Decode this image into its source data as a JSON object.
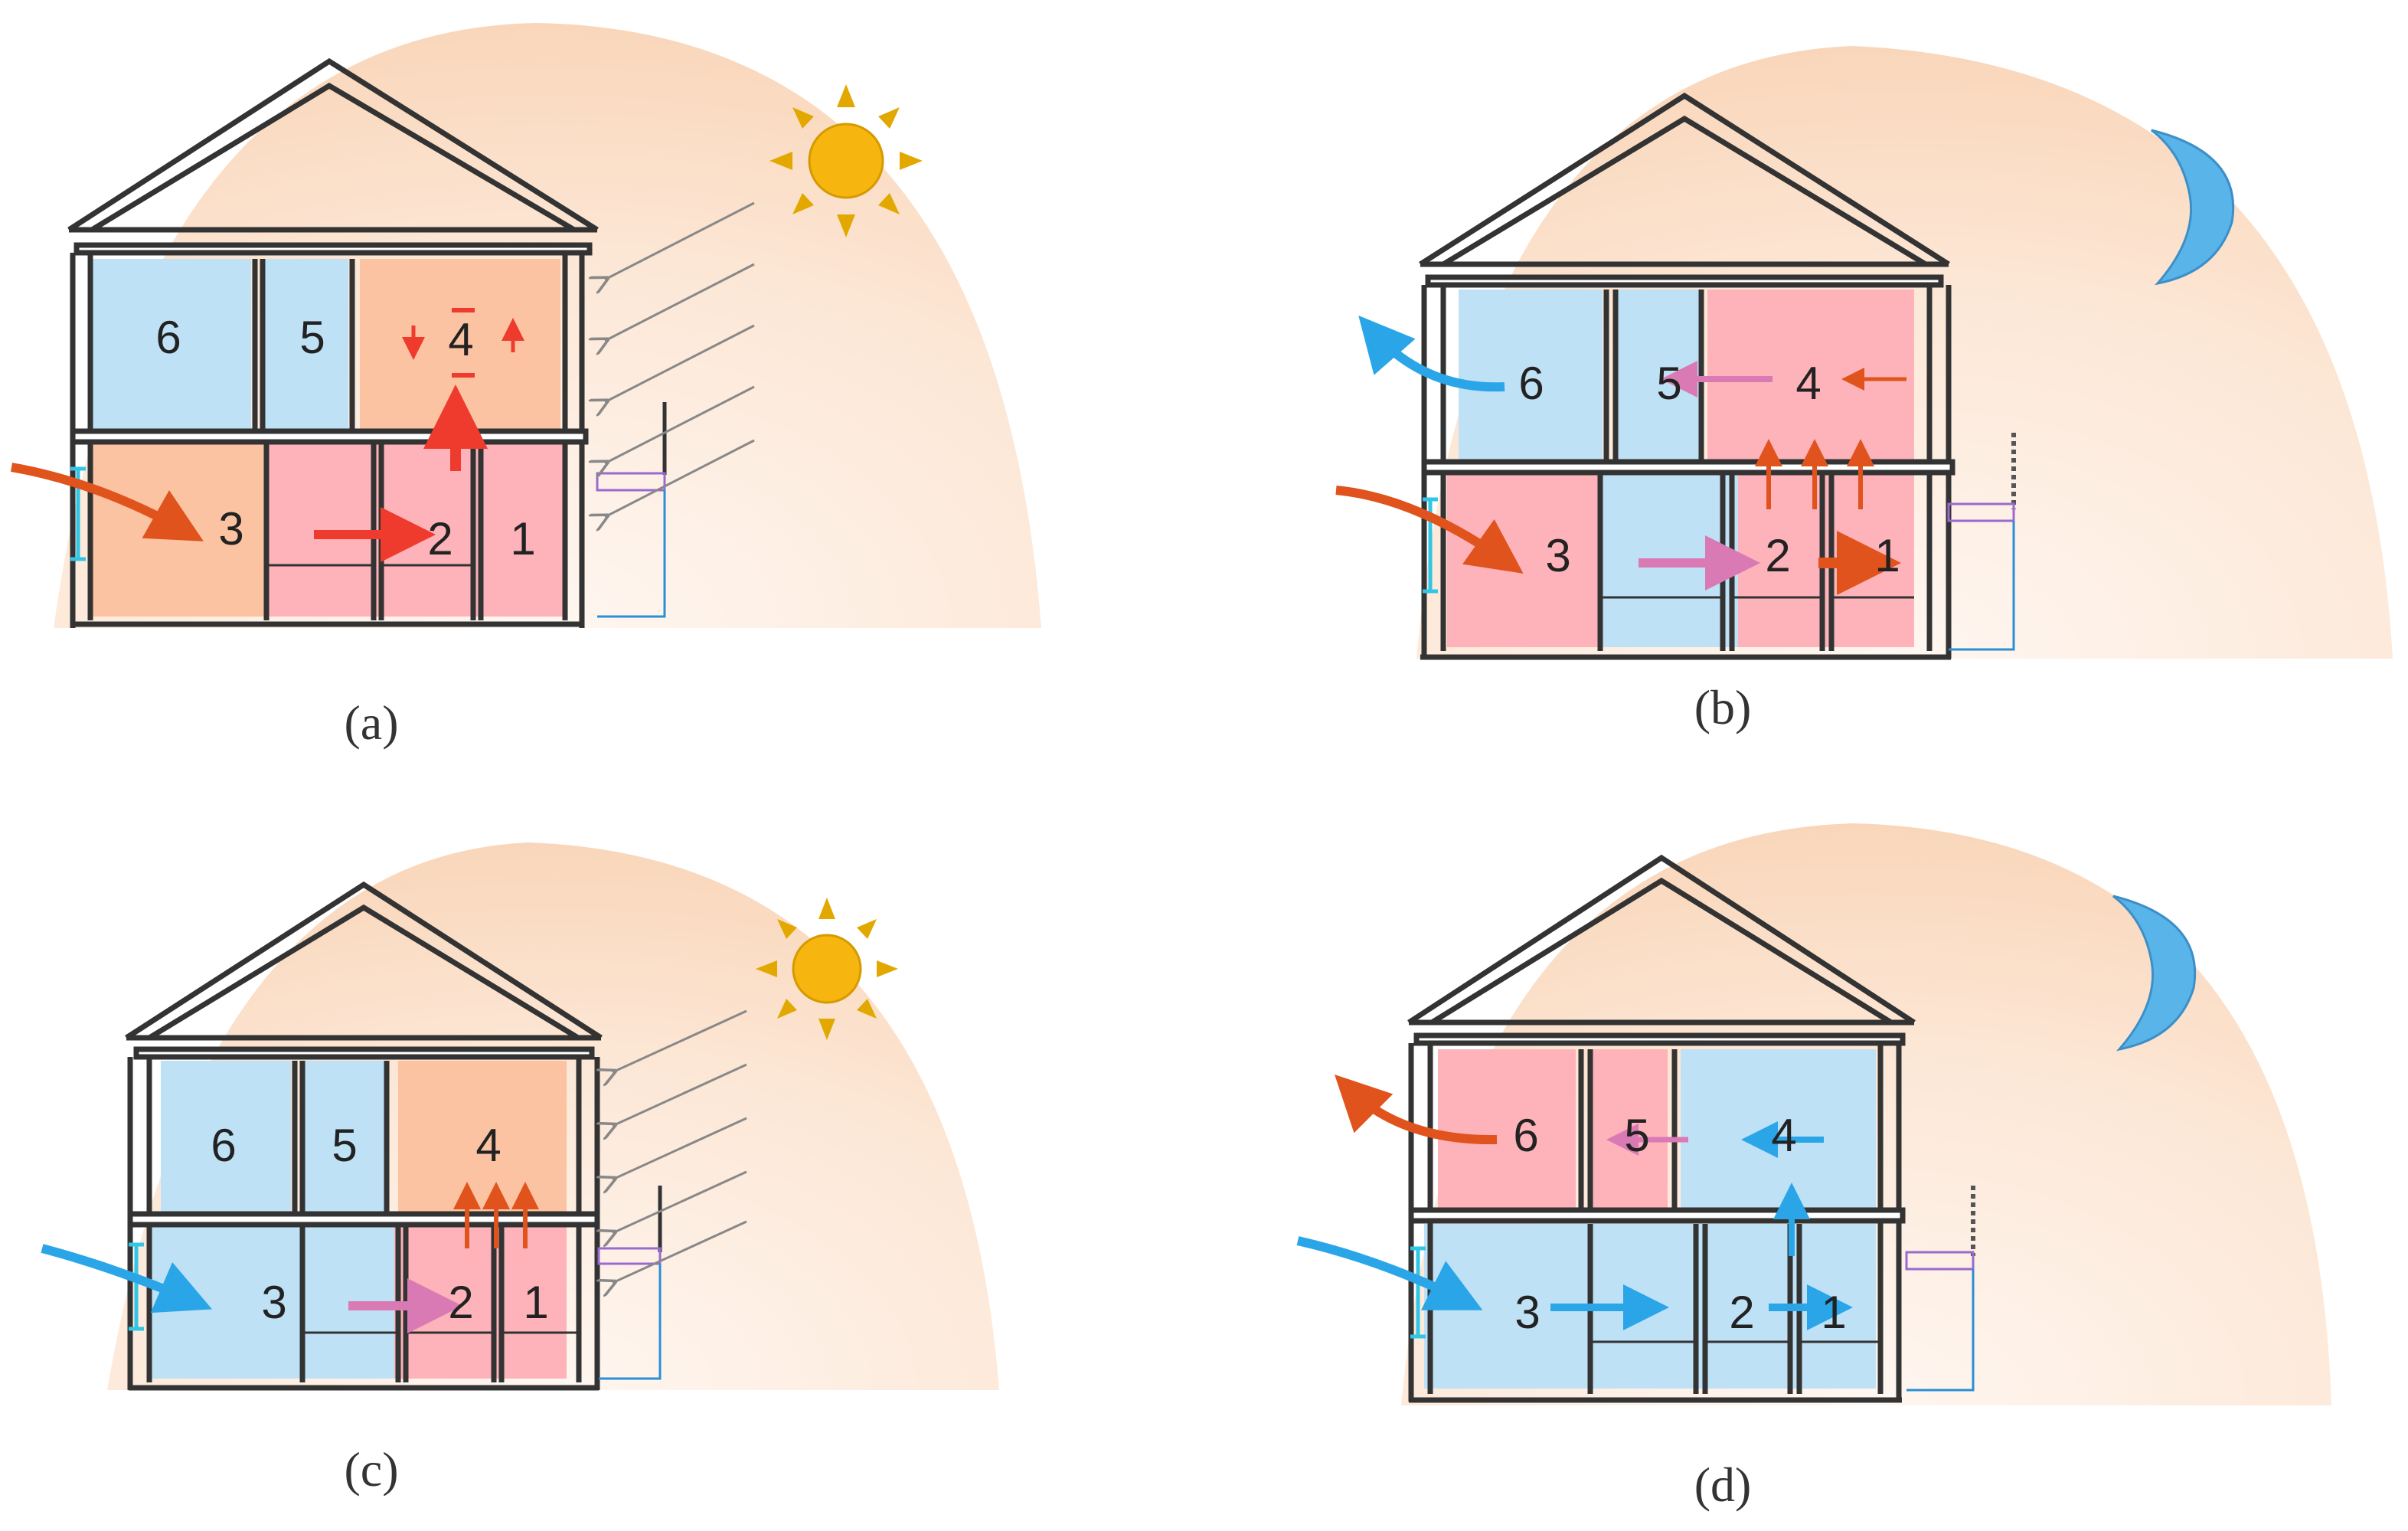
{
  "colors": {
    "warm": "#fbc3a1",
    "hot": "#fdb3b9",
    "cool": "#bfe1f6",
    "blue_arrow": "#2aa6e8",
    "orange_arrow": "#e0531d",
    "red_arrow": "#ef3b2d",
    "pink_arrow": "#d97ab4",
    "sun": "#f7b50f",
    "sun_ray": "#e3a800",
    "moon": "#59b4ea",
    "wall": "#333333",
    "sky_halo": "#fad9bd"
  },
  "panels": [
    {
      "id": "a",
      "caption": "(a)",
      "celestial": "sun-icon",
      "rooms": {
        "r1": "1",
        "r2": "2",
        "r3": "3",
        "r4": "4",
        "r5": "5",
        "r6": "6"
      },
      "fills": {
        "r1": "hot",
        "r2": "hot",
        "r3": "warm",
        "r4": "warm",
        "r5": "cool",
        "r6": "cool"
      }
    },
    {
      "id": "b",
      "caption": "(b)",
      "celestial": "moon-icon",
      "rooms": {
        "r1": "1",
        "r2": "2",
        "r3": "3",
        "r4": "4",
        "r5": "5",
        "r6": "6"
      },
      "fills": {
        "r1": "hot",
        "r2": "hot",
        "r3": "hot",
        "r4": "hot",
        "r5": "cool",
        "r6": "cool"
      }
    },
    {
      "id": "c",
      "caption": "(c)",
      "celestial": "sun-icon",
      "rooms": {
        "r1": "1",
        "r2": "2",
        "r3": "3",
        "r4": "4",
        "r5": "5",
        "r6": "6"
      },
      "fills": {
        "r1": "hot",
        "r2": "hot",
        "r3": "cool",
        "r4": "warm",
        "r5": "cool",
        "r6": "cool"
      }
    },
    {
      "id": "d",
      "caption": "(d)",
      "celestial": "moon-icon",
      "rooms": {
        "r1": "1",
        "r2": "2",
        "r3": "3",
        "r4": "4",
        "r5": "5",
        "r6": "6"
      },
      "fills": {
        "r1": "cool",
        "r2": "cool",
        "r3": "cool",
        "r4": "cool",
        "r5": "hot",
        "r6": "hot"
      }
    }
  ]
}
